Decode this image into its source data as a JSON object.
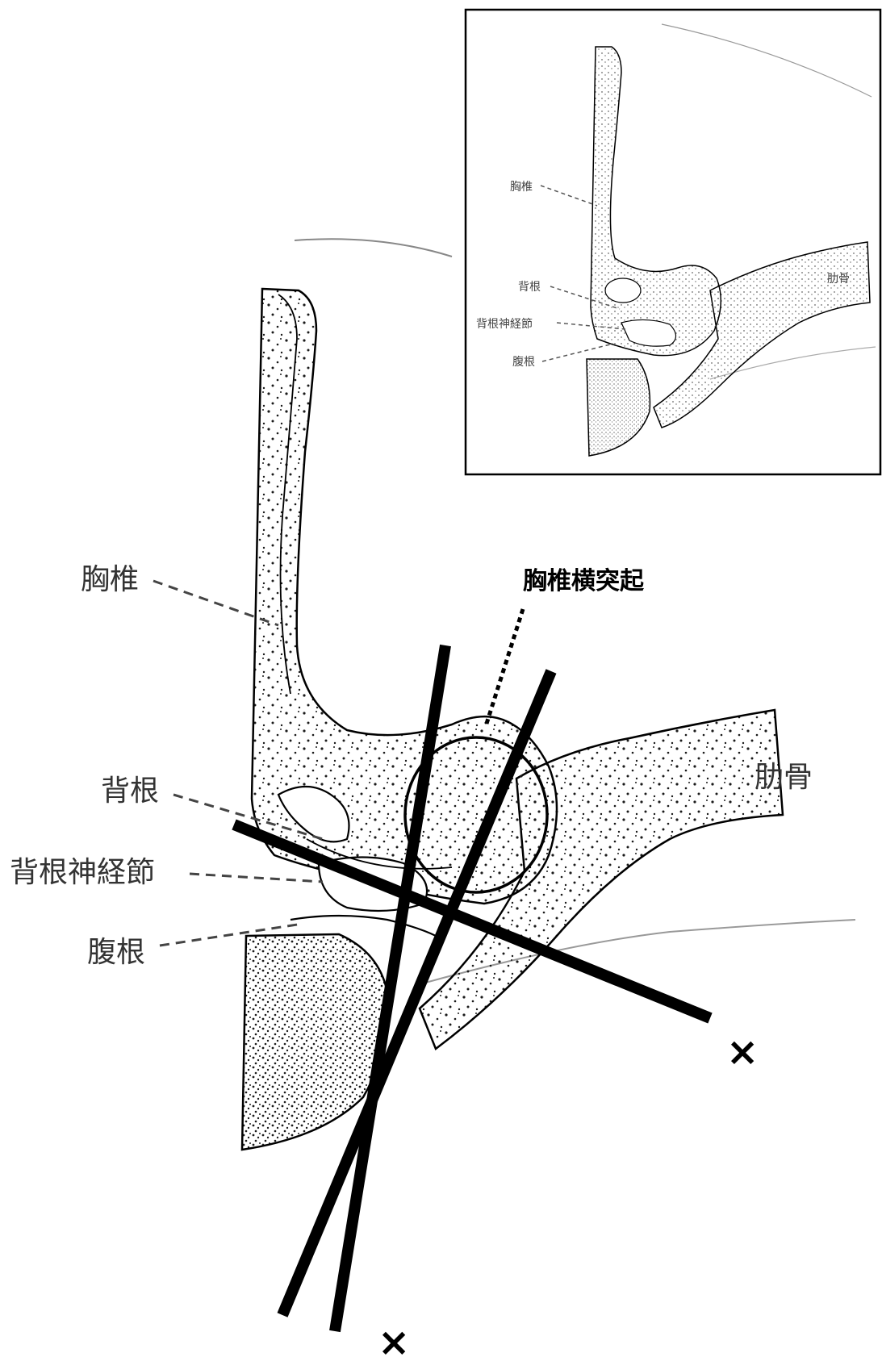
{
  "labels": {
    "thoracic_vertebra": "胸椎",
    "transverse_process": "胸椎横突起",
    "rib": "肋骨",
    "dorsal_root": "背根",
    "dorsal_root_ganglion": "背根神経節",
    "ventral_root": "腹根"
  },
  "inset": {
    "thoracic_vertebra": "胸椎",
    "rib": "肋骨",
    "dorsal_root": "背根",
    "dorsal_root_ganglion": "背根神経節",
    "ventral_root": "腹根"
  },
  "markers": {
    "wrong_right": "×",
    "wrong_bottom": "×"
  },
  "colors": {
    "ink": "#000000",
    "label_text": "#333333",
    "leader": "#444444",
    "stipple": "#1a1a1a"
  }
}
